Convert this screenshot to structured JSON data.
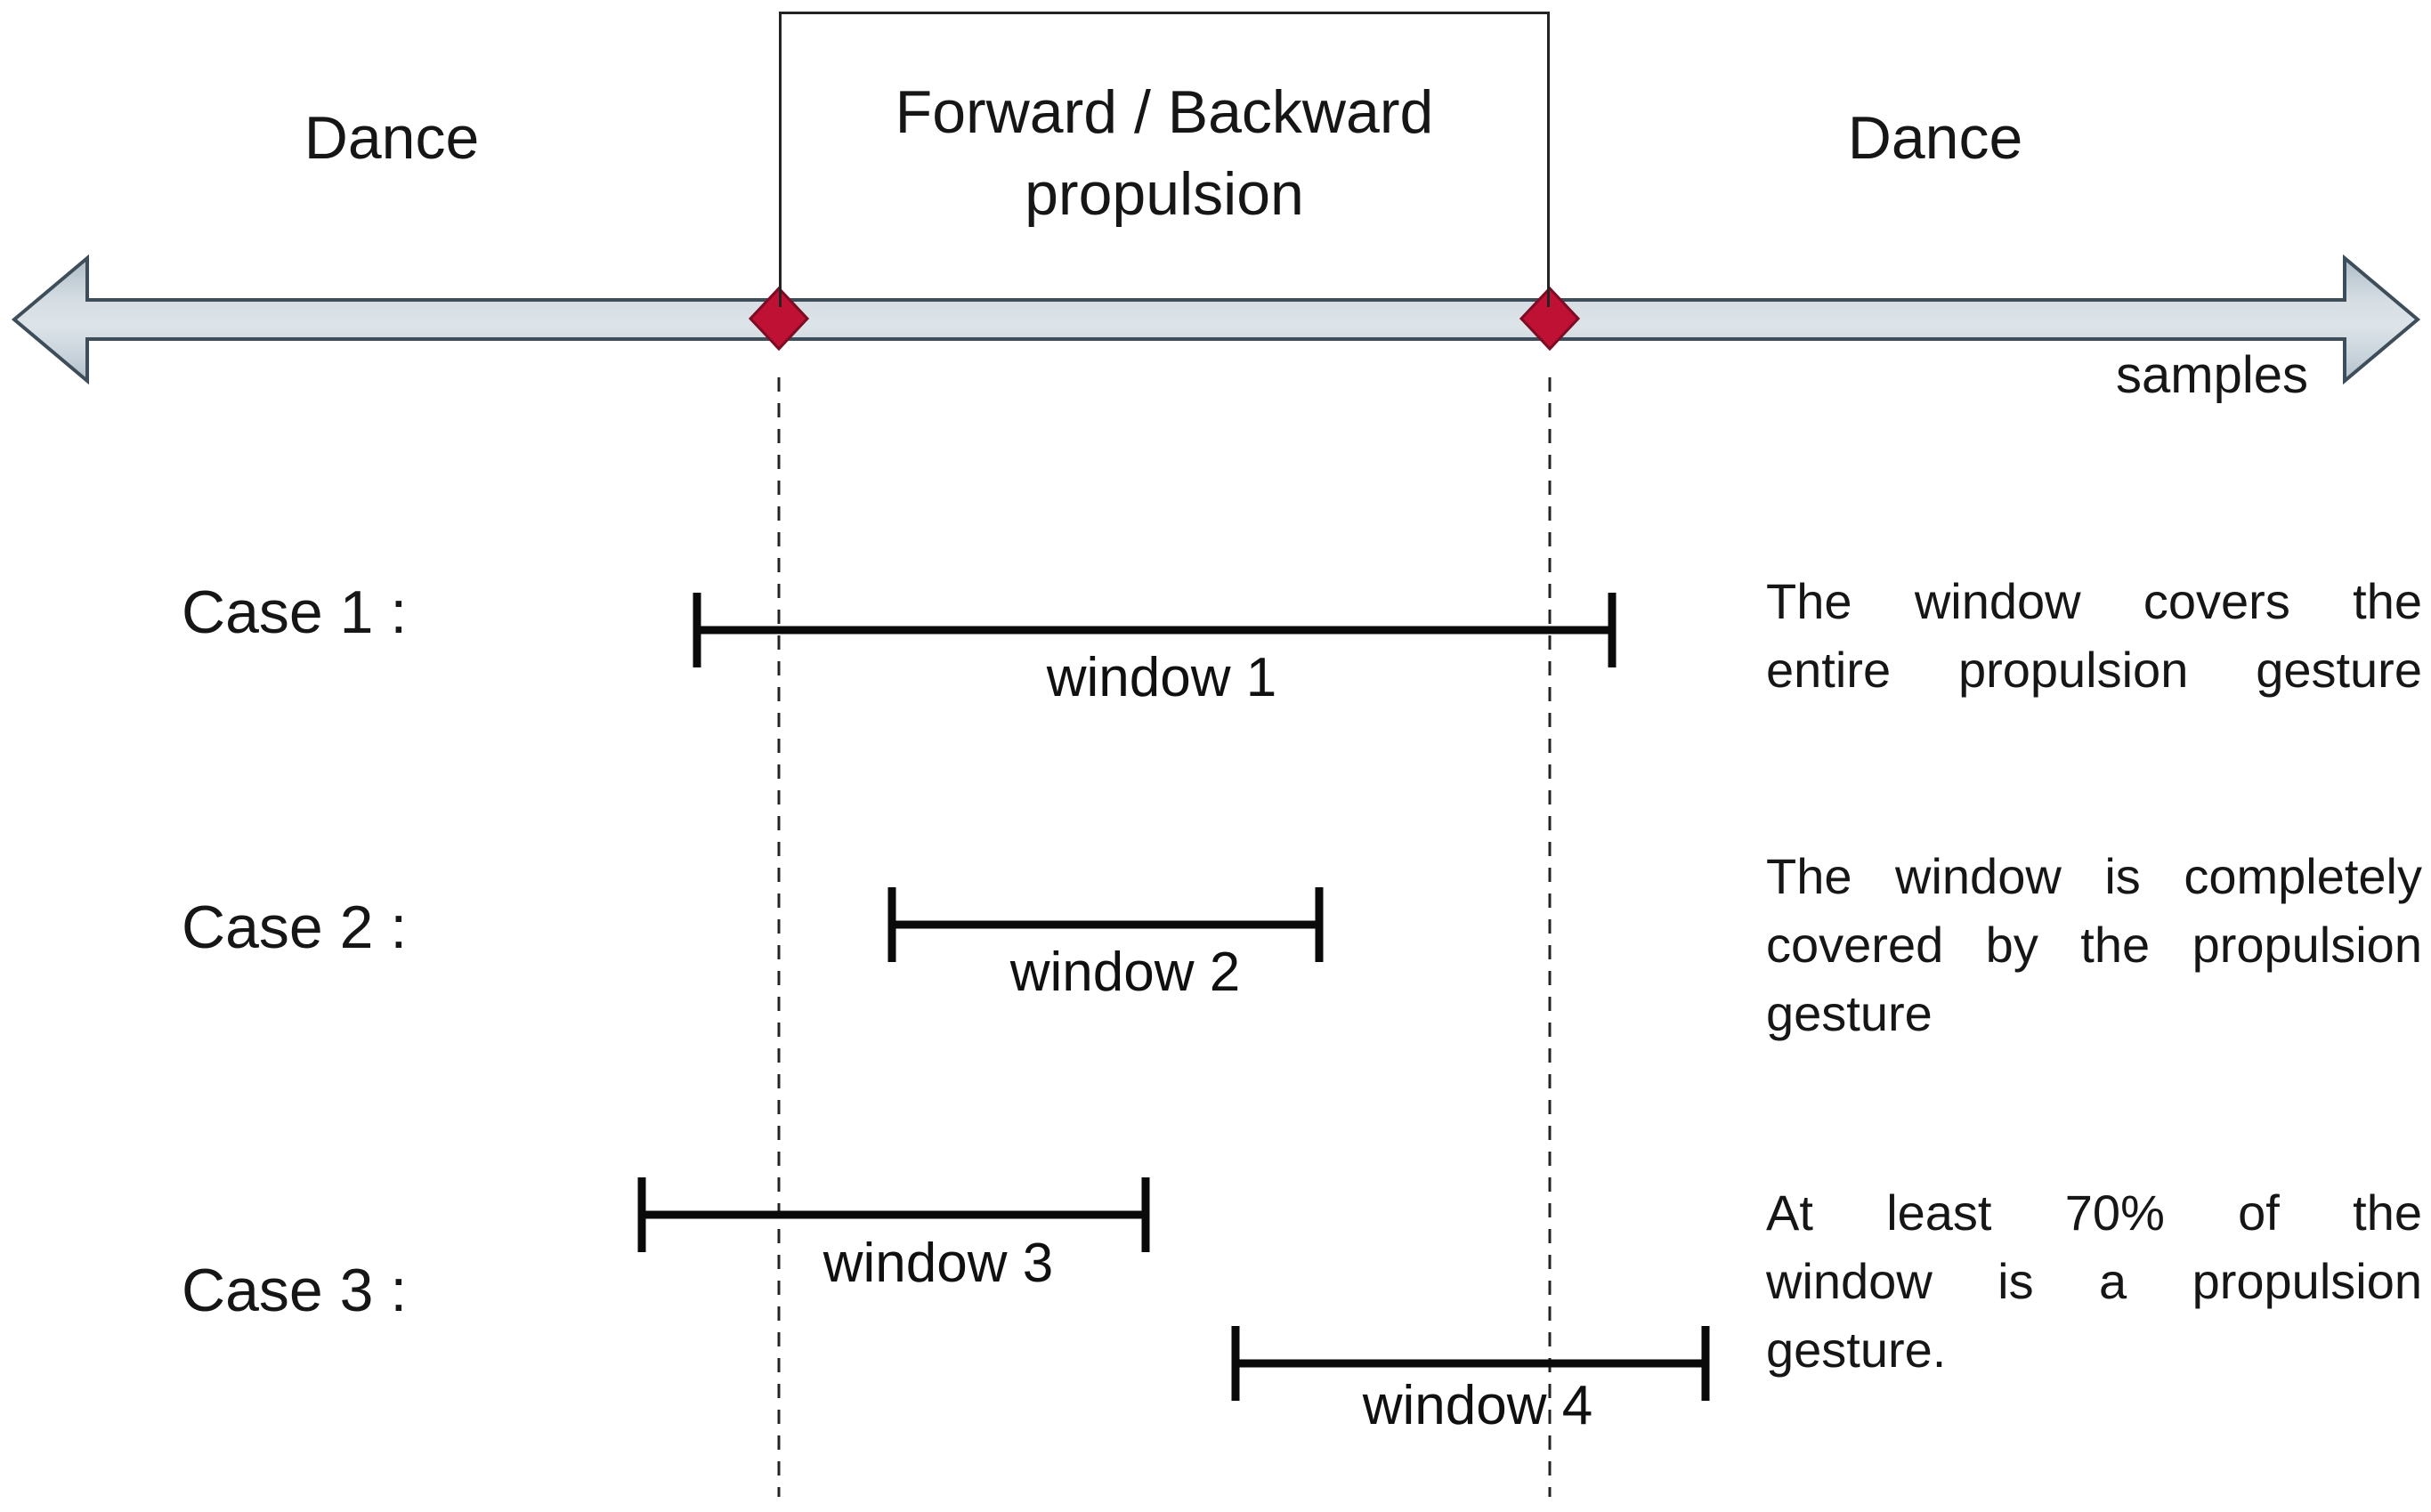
{
  "figure": {
    "timeline": {
      "segment_left": "Dance",
      "segment_center_line1": "Forward / Backward",
      "segment_center_line2": "propulsion",
      "segment_right": "Dance",
      "axis_label": "samples"
    },
    "cases": [
      {
        "label": "Case 1 :",
        "windows": [
          "window 1"
        ],
        "description": [
          "The window covers the",
          "entire propulsion gesture"
        ]
      },
      {
        "label": "Case 2 :",
        "windows": [
          "window 2"
        ],
        "description": [
          "The window is completely",
          "covered by the propulsion",
          "gesture"
        ]
      },
      {
        "label": "Case 3 :",
        "windows": [
          "window 3",
          "window 4"
        ],
        "description": [
          "At least 70% of the",
          "window is a propulsion",
          "gesture."
        ]
      }
    ],
    "colors": {
      "arrow_fill": "#ccd7de",
      "arrow_border": "#3e4d5a",
      "marker_fill": "#be1133",
      "marker_border": "#7c0c23",
      "line_color": "#1a1a1a",
      "background": "#ffffff"
    }
  }
}
